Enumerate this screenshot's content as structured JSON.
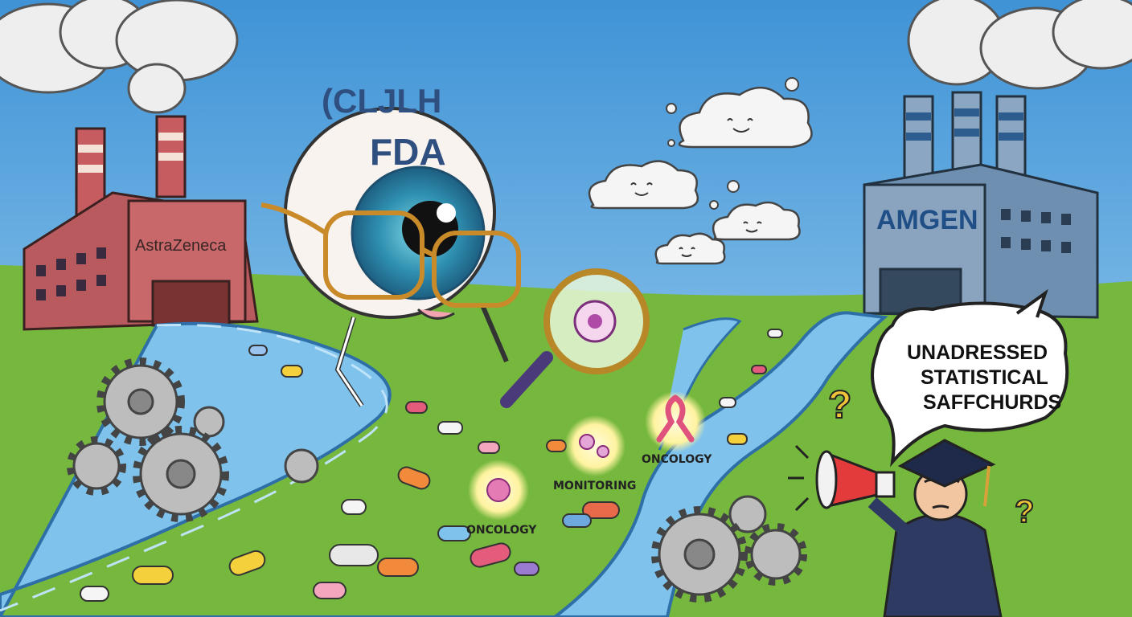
{
  "scene": {
    "eyeball_top_text": "(CLJLH",
    "eyeball_text": "FDA",
    "factory_left_label": "AstraZeneca",
    "factory_right_label": "AMGEN",
    "speech_bubble": {
      "line1": "UNADRESSED",
      "line2": "STATISTICAL",
      "line3": "SAFFCHURDS"
    },
    "badges": {
      "oncology_upper": "ONCOLOGY",
      "monitoring": "MONITORING",
      "oncology_lower": "ONCOLOGY"
    },
    "question_marks": [
      "?",
      "?"
    ]
  },
  "colors": {
    "sky": "#5aa9e0",
    "grass": "#76b83e",
    "river": "#7fc2ec",
    "factory_left": "#b85a5e",
    "factory_right": "#6f8fb0",
    "iris": "#2f8fb0",
    "badge_glow": "#fff3a0"
  },
  "icons": [
    "eyeball-icon",
    "glasses-icon",
    "magnifier-icon",
    "virus-icon",
    "ribbon-icon",
    "megaphone-icon",
    "gear-icon",
    "cloud-icon",
    "pill-icon",
    "graduation-cap-icon"
  ]
}
